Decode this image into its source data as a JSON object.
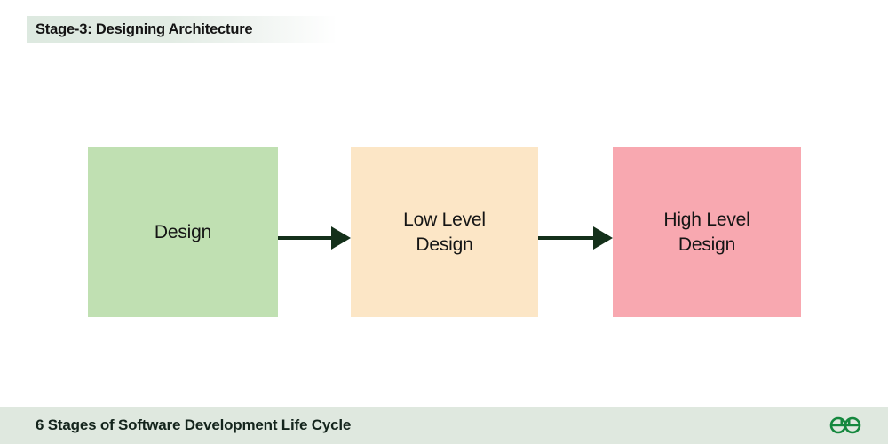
{
  "header": {
    "title": "Stage-3: Designing Architecture",
    "highlight_color": "#dde9e0"
  },
  "diagram": {
    "type": "flow",
    "orientation": "horizontal",
    "nodes": [
      {
        "id": "design",
        "label": "Design",
        "color": "#c0e0b2"
      },
      {
        "id": "low-level",
        "label": "Low Level\nDesign",
        "label_line1": "Low Level",
        "label_line2": "Design",
        "color": "#fce6c6"
      },
      {
        "id": "high-level",
        "label": "High Level\nDesign",
        "label_line1": "High Level",
        "label_line2": "Design",
        "color": "#f8a8b0"
      }
    ],
    "connectors": [
      {
        "id": "arrow-1",
        "from": "design",
        "to": "low-level",
        "style": "solid-arrow",
        "color": "#14301a"
      },
      {
        "id": "arrow-2",
        "from": "low-level",
        "to": "high-level",
        "style": "solid-arrow",
        "color": "#14301a"
      }
    ],
    "text_color": "#151515"
  },
  "footer": {
    "caption": "6 Stages of Software Development Life Cycle",
    "background_color": "#dfe8df",
    "logo": {
      "name": "geeksforgeeks-logo",
      "color": "#15883e"
    }
  }
}
